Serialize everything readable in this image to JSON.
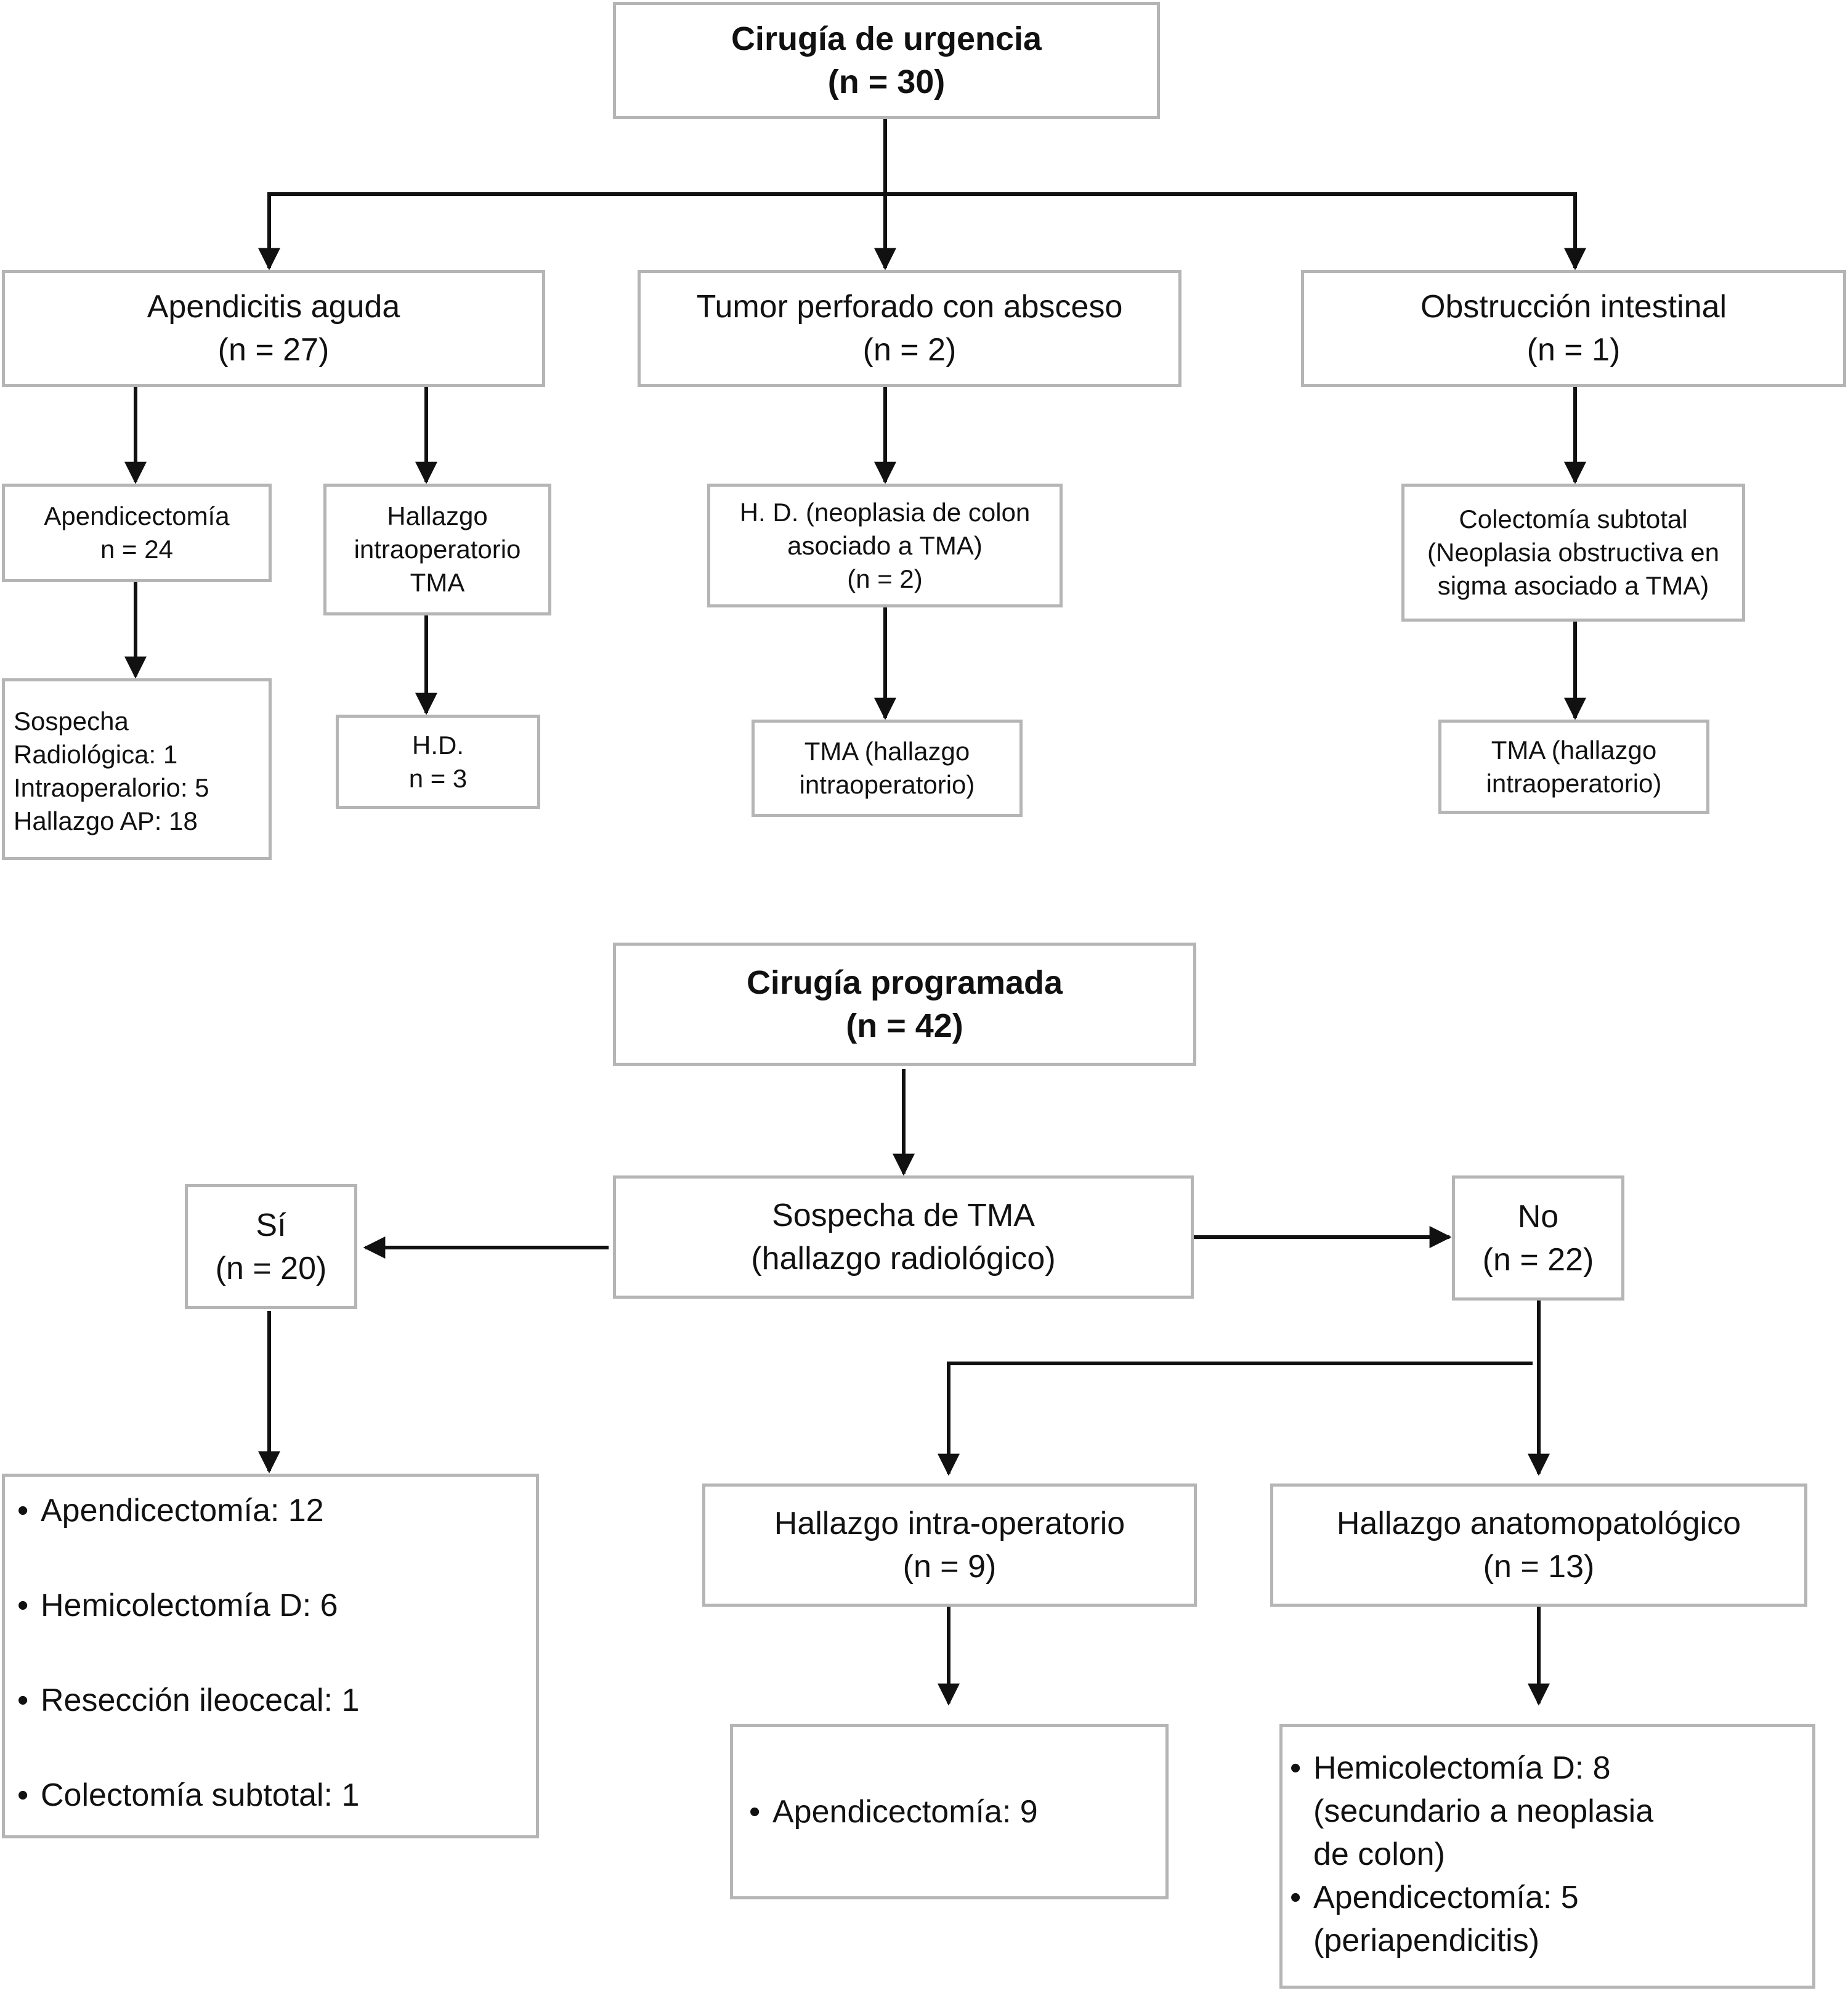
{
  "urgent": {
    "title": "Cirugía de urgencia",
    "n": "(n = 30)",
    "branches": [
      {
        "title": "Apendicitis aguda",
        "n": "(n = 27)"
      },
      {
        "title": "Tumor perforado con absceso",
        "n": "(n = 2)"
      },
      {
        "title": "Obstrucción intestinal",
        "n": "(n = 1)"
      }
    ],
    "appendectomy": {
      "title": "Apendicectomía",
      "n": "n = 24"
    },
    "suspicion": [
      "Sospecha",
      "Radiológica: 1",
      "Intraoperalorio: 5",
      "Hallazgo AP: 18"
    ],
    "intraop_finding": [
      "Hallazgo",
      "intraoperatorio",
      "TMA"
    ],
    "hd_small": [
      "H.D.",
      "n = 3"
    ],
    "hd_neoplasia": [
      "H. D. (neoplasia de colon",
      "asociado a TMA)",
      "(n = 2)"
    ],
    "tma_intraop_1": [
      "TMA (hallazgo",
      "intraoperatorio)"
    ],
    "colectomy": [
      "Colectomía subtotal",
      "(Neoplasia obstructiva en",
      "sigma asociado a TMA)"
    ],
    "tma_intraop_2": [
      "TMA (hallazgo",
      "intraoperatorio)"
    ]
  },
  "programmed": {
    "title": "Cirugía programada",
    "n": "(n = 42)",
    "suspicion": {
      "line1": "Sospecha de TMA",
      "line2": "(hallazgo radiológico)"
    },
    "yes": {
      "label": "Sí",
      "n": "(n = 20)"
    },
    "no": {
      "label": "No",
      "n": "(n = 22)"
    },
    "yes_list": [
      "Apendicectomía: 12",
      "Hemicolectomía D: 6",
      "Resección ileocecal: 1",
      "Colectomía subtotal: 1"
    ],
    "intraop": {
      "title": "Hallazgo intra-operatorio",
      "n": "(n = 9)"
    },
    "pathology": {
      "title": "Hallazgo anatomopatológico",
      "n": "(n = 13)"
    },
    "intraop_list": [
      "Apendicectomía: 9"
    ],
    "pathology_list": [
      {
        "line": "Hemicolectomía D: 8",
        "cont": [
          "(secundario a neoplasia",
          "de colon)"
        ]
      },
      {
        "line": "Apendicectomía: 5",
        "cont": [
          "(periapendicitis)"
        ]
      }
    ]
  }
}
